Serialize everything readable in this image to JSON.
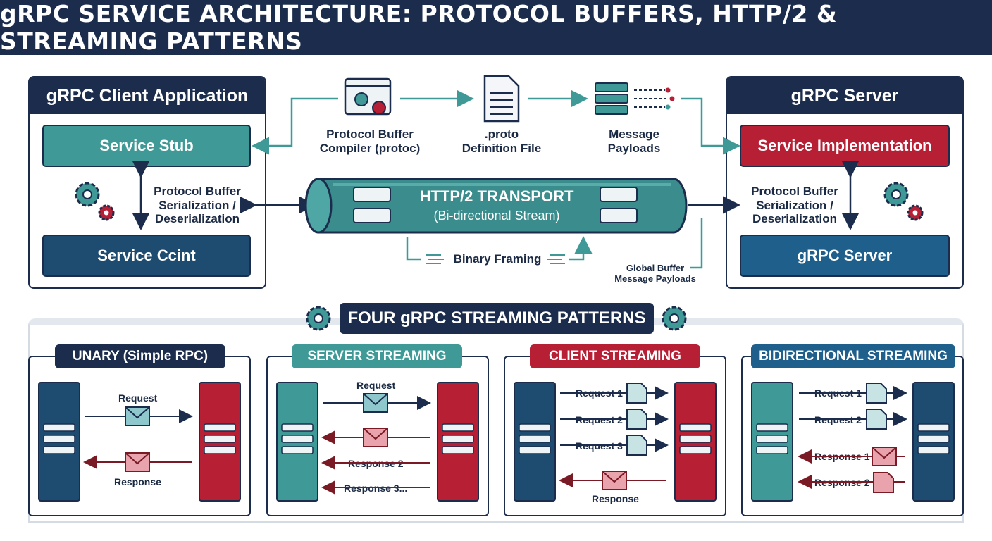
{
  "title": "gRPC SERVICE ARCHITECTURE: PROTOCOL BUFFERS, HTTP/2 & STREAMING PATTERNS",
  "client": {
    "heading": "gRPC Client Application",
    "stub": "Service Stub",
    "serialization": "Protocol Buffer\nSerialization /\nDeserialization",
    "bottom": "Service Ccint"
  },
  "server": {
    "heading": "gRPC Server",
    "impl": "Service Implementation",
    "serialization": "Protocol Buffer\nSerialization /\nDeserialization",
    "bottom": "gRPC Server"
  },
  "top_flow": {
    "compiler": "Protocol Buffer\nCompiler (protoc)",
    "proto": ".proto\nDefinition File",
    "payloads": "Message\nPayloads"
  },
  "transport": {
    "title": "HTTP/2 TRANSPORT",
    "subtitle": "(Bi-directional Stream)",
    "framing": "Binary Framing",
    "global": "Global Buffer\nMessage Payloads"
  },
  "patterns": {
    "title": "FOUR gRPC STREAMING PATTERNS",
    "unary": {
      "tag": "UNARY (Simple RPC)",
      "request": "Request",
      "response": "Response"
    },
    "server_streaming": {
      "tag": "SERVER STREAMING",
      "request": "Request",
      "response2": "Response 2",
      "response3": "Response 3..."
    },
    "client_streaming": {
      "tag": "CLIENT STREAMING",
      "request1": "Request 1",
      "request2": "Request 2",
      "request3": "Request 3",
      "response": "Response"
    },
    "bidi": {
      "tag": "BIDIRECTIONAL STREAMING",
      "request1": "Request 1",
      "request2": "Request 2",
      "response1": "Response 1",
      "response2": "Response 2"
    }
  },
  "colors": {
    "navy": "#1c2c4c",
    "teal": "#3f9a97",
    "red": "#b71f35",
    "blue": "#1f5f8c"
  }
}
